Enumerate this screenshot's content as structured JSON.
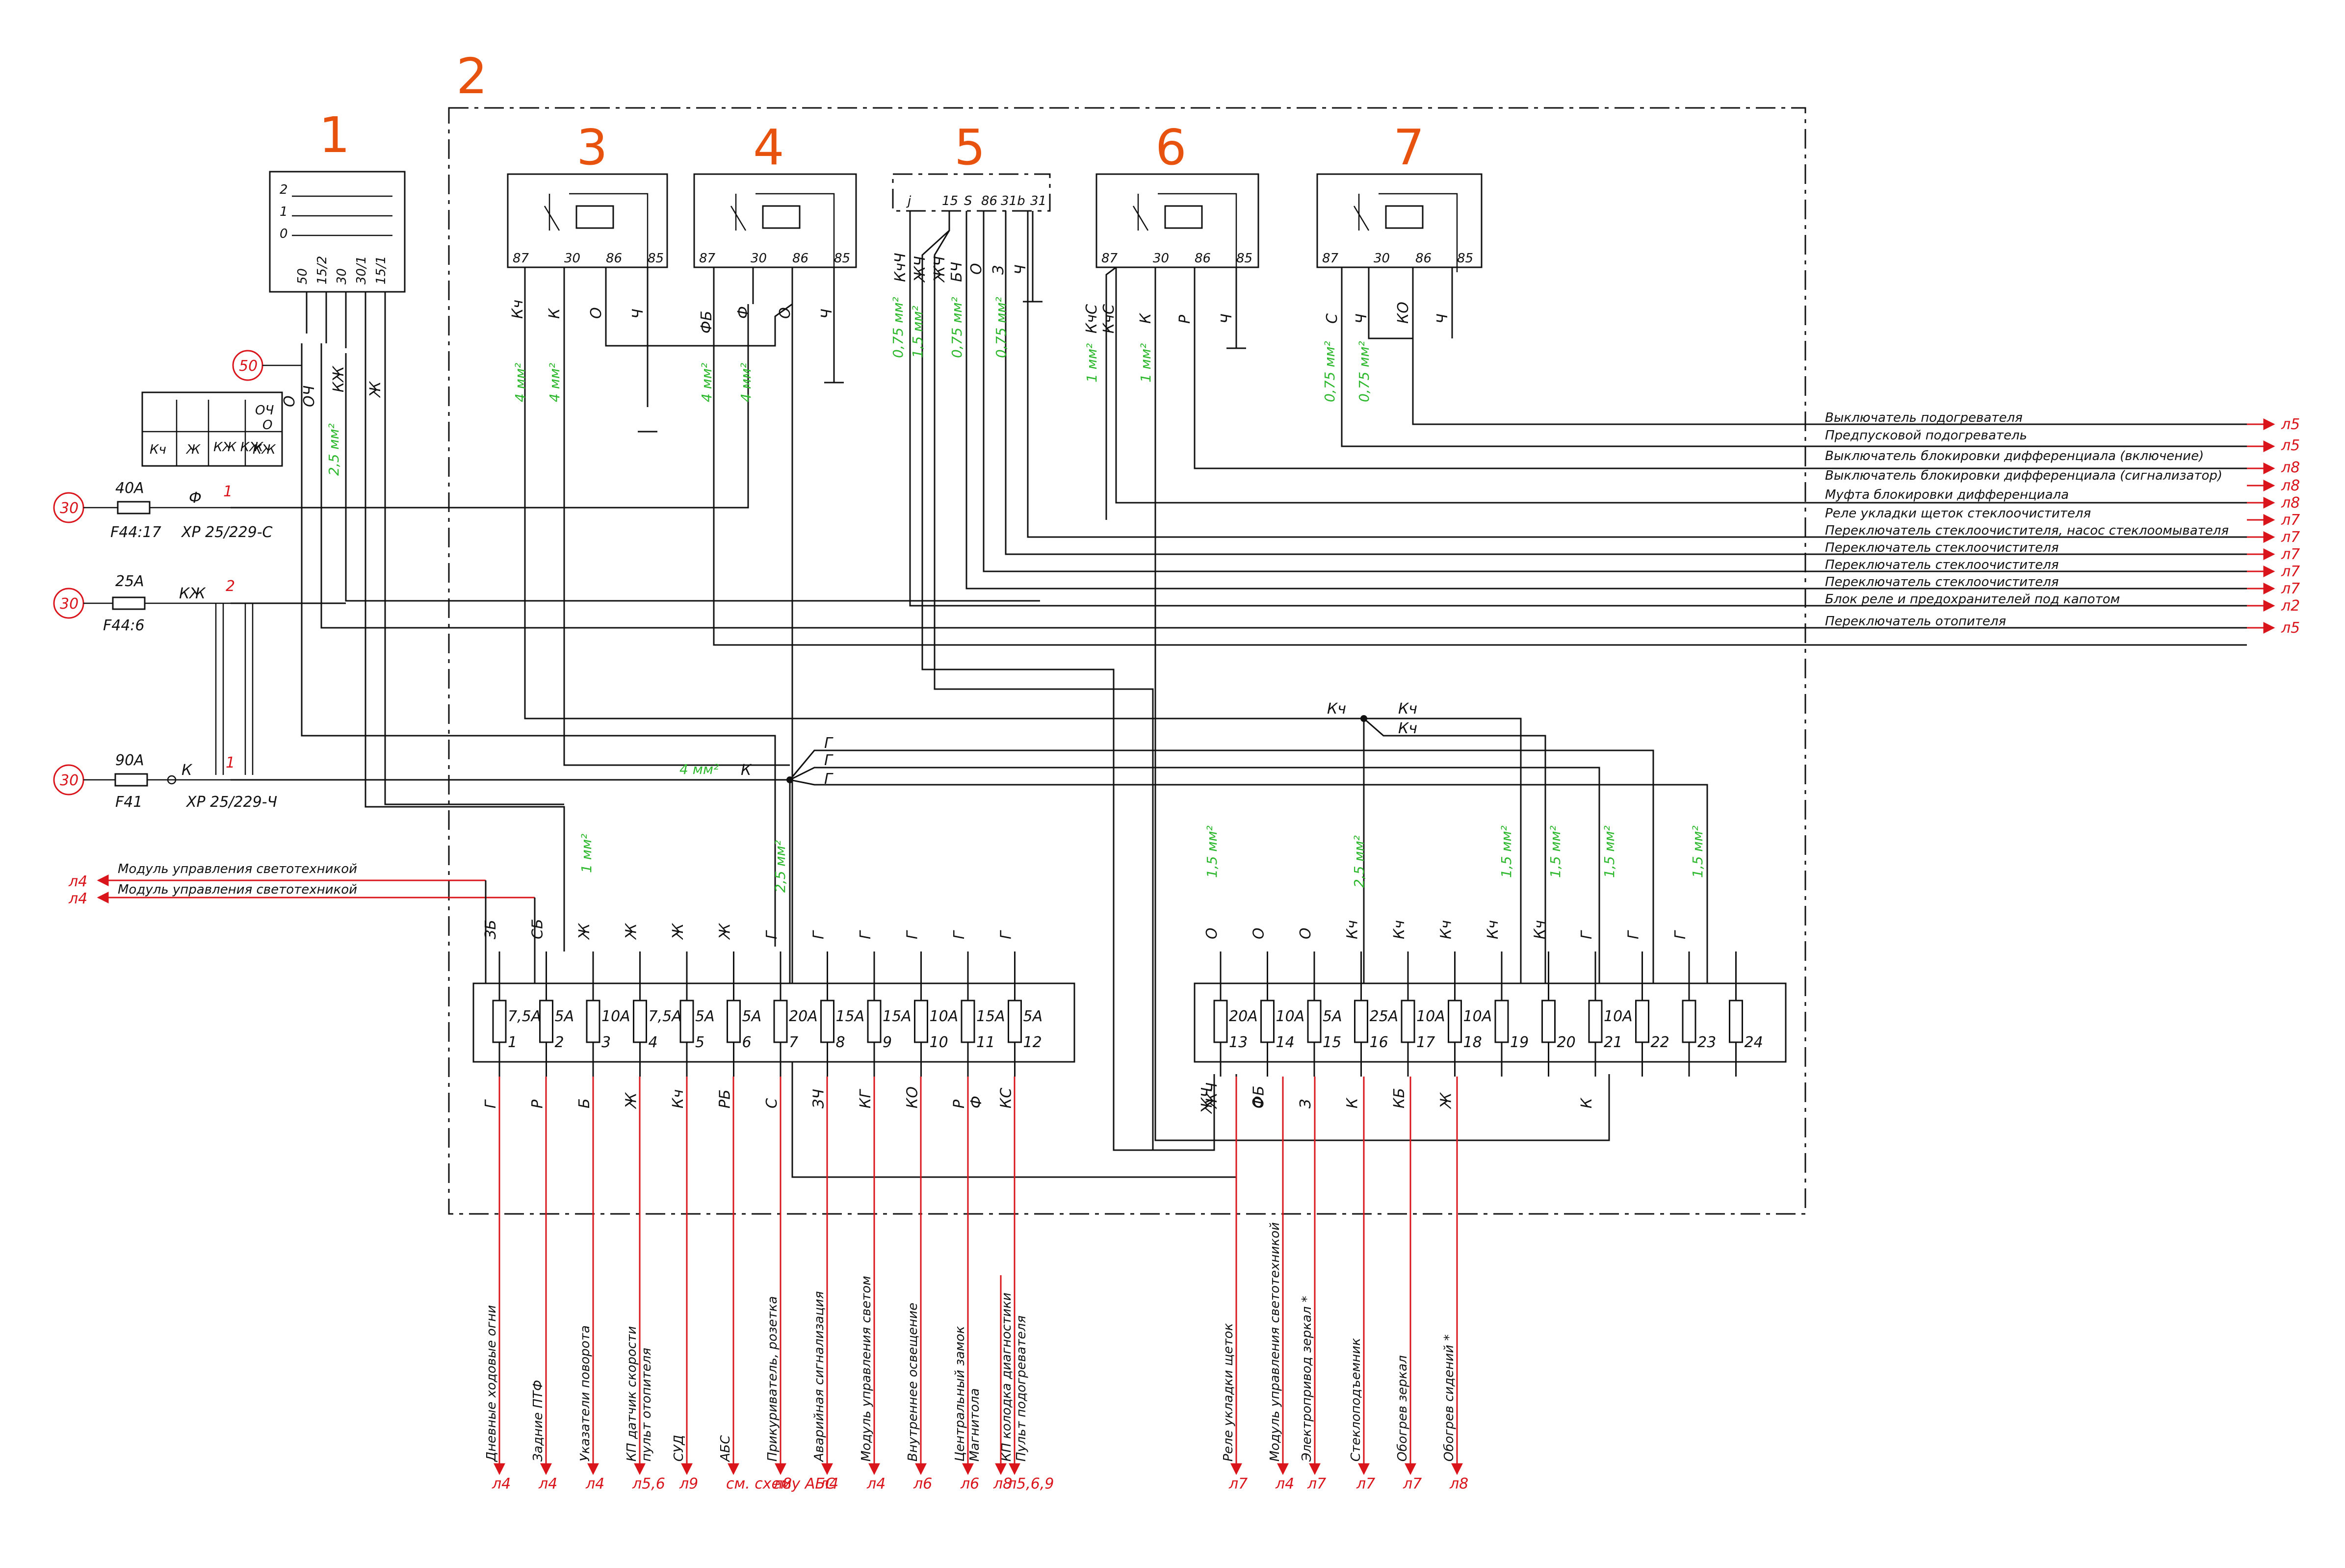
{
  "components": {
    "c1": "1",
    "c2": "2",
    "c3": "3",
    "c4": "4",
    "c5": "5",
    "c6": "6",
    "c7": "7"
  },
  "ignition_switch": {
    "positions": [
      "2",
      "1",
      "0"
    ],
    "terminals": [
      "50",
      "15/2",
      "30",
      "30/1",
      "15/1"
    ],
    "node_label": "50",
    "wire_labels": [
      "О",
      "ОЧ",
      "КЖ",
      "Ж"
    ],
    "wire_size": "2,5 мм²"
  },
  "selector_table": {
    "top": [
      "ОЧ",
      "О"
    ],
    "bottom": [
      "Кч",
      "Ж",
      "КЖ КЖ",
      "КЖ"
    ]
  },
  "supply_lines": [
    {
      "node": "30",
      "fuse": "40А",
      "fuse_ref": "F44:17",
      "wire": "Ф",
      "connector": "ХР 25/229-С",
      "pin": "1"
    },
    {
      "node": "30",
      "fuse": "25А",
      "fuse_ref": "F44:6",
      "wire": "КЖ",
      "connector": "",
      "pin": "2"
    },
    {
      "node": "30",
      "fuse": "90А",
      "fuse_ref": "F41",
      "wire": "К",
      "connector": "ХР 25/229-Ч",
      "pin": "1"
    }
  ],
  "relays": {
    "r3": {
      "pins": [
        "87",
        "30",
        "86",
        "85"
      ],
      "wires": [
        "Кч",
        "К",
        "О",
        "Ч"
      ],
      "sizes": [
        "4 мм²",
        "4 мм²"
      ]
    },
    "r4": {
      "pins": [
        "87",
        "30",
        "86",
        "85"
      ],
      "wires": [
        "ФБ",
        "Ф",
        "О",
        "Ч"
      ],
      "sizes": [
        "4 мм²",
        "4 мм²"
      ]
    },
    "r5": {
      "pins": [
        "j",
        "15",
        "S",
        "86",
        "31b",
        "31"
      ],
      "wires": [
        "КчЧ",
        "ЖЧ",
        "ЖЧ",
        "О",
        "БЧ",
        "З",
        "Ч"
      ],
      "sizes": [
        "0,75 мм²",
        "1,5 мм²",
        "0,75 мм²",
        "0,75 мм²"
      ]
    },
    "r6": {
      "pins": [
        "87",
        "30",
        "86",
        "85"
      ],
      "wires": [
        "КчС",
        "КчС",
        "К",
        "Р",
        "Ч"
      ],
      "sizes": [
        "1 мм²",
        "1 мм²"
      ]
    },
    "r7": {
      "pins": [
        "87",
        "30",
        "86",
        "85"
      ],
      "wires": [
        "С",
        "Ч",
        "КО",
        "Ч"
      ],
      "sizes": [
        "0,75 мм²",
        "0,75 мм²"
      ]
    }
  },
  "right_outputs": [
    {
      "label": "Выключатель подогревателя",
      "ref": "л5"
    },
    {
      "label": "Предпусковой подогреватель",
      "ref": "л5"
    },
    {
      "label": "Выключатель блокировки дифференциала (включение)",
      "ref": "л8"
    },
    {
      "label": "Выключатель блокировки дифференциала (сигнализатор)",
      "ref": "л8"
    },
    {
      "label": "Муфта блокировки дифференциала",
      "ref": "л8"
    },
    {
      "label": "Реле укладки щеток стеклоочистителя",
      "ref": "л7"
    },
    {
      "label": "Переключатель стеклоочистителя, насос стеклоомывателя",
      "ref": "л7"
    },
    {
      "label": "Переключатель стеклоочистителя",
      "ref": "л7"
    },
    {
      "label": "Переключатель стеклоочистителя",
      "ref": "л7"
    },
    {
      "label": "Переключатель стеклоочистителя",
      "ref": "л7"
    },
    {
      "label": "Блок реле и предохранителей под капотом",
      "ref": "л2"
    },
    {
      "label": "Переключатель отопителя",
      "ref": "л5"
    }
  ],
  "left_outputs": [
    {
      "label": "Модуль управления светотехникой",
      "ref": "л4"
    },
    {
      "label": "Модуль управления светотехникой",
      "ref": "л4"
    }
  ],
  "bus_labels": {
    "kch_a": "Кч",
    "kch_b": "Кч",
    "kch_c": "Кч",
    "g1": "Г",
    "g2": "Г",
    "g3": "Г",
    "k": "К",
    "k_size": "4 мм²"
  },
  "fuse_block_a": {
    "fuses": [
      {
        "num": "1",
        "rating": "7,5А",
        "top": "ЗБ",
        "bottom": "Г"
      },
      {
        "num": "2",
        "rating": "5А",
        "top": "СБ",
        "bottom": "Р"
      },
      {
        "num": "3",
        "rating": "10А",
        "top": "Ж",
        "bottom": "Б"
      },
      {
        "num": "4",
        "rating": "7,5А",
        "top": "Ж",
        "bottom": "Ж"
      },
      {
        "num": "5",
        "rating": "5А",
        "top": "Ж",
        "bottom": "Кч"
      },
      {
        "num": "6",
        "rating": "5А",
        "top": "Ж",
        "bottom": "РБ"
      },
      {
        "num": "7",
        "rating": "20А",
        "top": "Г",
        "bottom": "С"
      },
      {
        "num": "8",
        "rating": "15А",
        "top": "Г",
        "bottom": "ЗЧ"
      },
      {
        "num": "9",
        "rating": "15А",
        "top": "Г",
        "bottom": "КГ"
      },
      {
        "num": "10",
        "rating": "10А",
        "top": "Г",
        "bottom": "КО"
      },
      {
        "num": "11",
        "rating": "15А",
        "top": "Г",
        "bottom": "Р"
      },
      {
        "num": "12",
        "rating": "5А",
        "top": "Г",
        "bottom": "КС"
      }
    ],
    "wire_sizes": [
      "1 мм²",
      "2,5 мм²"
    ],
    "extra_bottom": [
      "Ф"
    ]
  },
  "fuse_block_b": {
    "fuses": [
      {
        "num": "13",
        "rating": "20А",
        "top": "О",
        "bottom": "ЖЧ"
      },
      {
        "num": "14",
        "rating": "10А",
        "top": "О",
        "bottom": "ФБ"
      },
      {
        "num": "15",
        "rating": "5А",
        "top": "О",
        "bottom": "З"
      },
      {
        "num": "16",
        "rating": "25А",
        "top": "Кч",
        "bottom": "К"
      },
      {
        "num": "17",
        "rating": "10А",
        "top": "Кч",
        "bottom": "КБ"
      },
      {
        "num": "18",
        "rating": "10А",
        "top": "Кч",
        "bottom": "Ж"
      },
      {
        "num": "19",
        "rating": "",
        "top": "Кч",
        "bottom": ""
      },
      {
        "num": "20",
        "rating": "",
        "top": "Кч",
        "bottom": ""
      },
      {
        "num": "21",
        "rating": "10А",
        "top": "Г",
        "bottom": "К"
      },
      {
        "num": "22",
        "rating": "",
        "top": "Г",
        "bottom": ""
      },
      {
        "num": "23",
        "rating": "",
        "top": "Г",
        "bottom": ""
      },
      {
        "num": "24",
        "rating": "",
        "top": "",
        "bottom": ""
      }
    ],
    "wire_sizes": [
      "1,5 мм²",
      "2,5 мм²",
      "1,5 мм²",
      "1,5 мм²",
      "1,5 мм²",
      "1,5 мм²"
    ],
    "extra_bottom": [
      "ЖЧ",
      "О"
    ]
  },
  "bottom_outputs_a": [
    {
      "label": "Дневные ходовые огни",
      "ref": "л4"
    },
    {
      "label": "Задние ПТФ",
      "ref": "л4"
    },
    {
      "label": "Указатели поворота",
      "ref": "л4"
    },
    {
      "label": "КП датчик скорости",
      "label2": "пульт отопителя",
      "ref": "л5,6"
    },
    {
      "label": "СУД",
      "ref": "л9"
    },
    {
      "label": "АБС",
      "ref": "см. схему АБС"
    },
    {
      "label": "Прикуриватель, розетка",
      "ref": "л8"
    },
    {
      "label": "Аварийная сигнализация",
      "ref": "л4"
    },
    {
      "label": "Модуль управления светом",
      "ref": "л4"
    },
    {
      "label": "Внутреннее освещение",
      "ref": "л6"
    },
    {
      "label": "Центральный замок",
      "label2": "Магнитола",
      "ref": "л6"
    },
    {
      "label": "КП колодка диагностики",
      "label2": "Пульт подогревателя",
      "ref": "л5,6,9"
    }
  ],
  "extra_bottom_refs": [
    "л8"
  ],
  "bottom_outputs_b": [
    {
      "label": "Реле укладки щеток",
      "ref": "л7"
    },
    {
      "label": "Модуль управления светотехникой",
      "ref": "л4"
    },
    {
      "label": "Электропривод зеркал *",
      "ref": "л7"
    },
    {
      "label": "Стеклоподъемник",
      "ref": "л7"
    },
    {
      "label": "Обогрев зеркал",
      "ref": "л7"
    },
    {
      "label": "Обогрев сидений *",
      "ref": "л8"
    }
  ]
}
